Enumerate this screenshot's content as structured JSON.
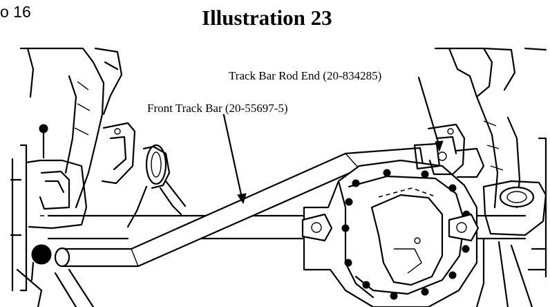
{
  "page": {
    "step_label": "o 16",
    "title": "Illustration 23"
  },
  "callouts": {
    "rod_end": "Track Bar Rod End (20-834285)",
    "track_bar": "Front Track Bar (20-55697-5)"
  },
  "colors": {
    "ink": "#000000",
    "paper": "#ffffff"
  }
}
